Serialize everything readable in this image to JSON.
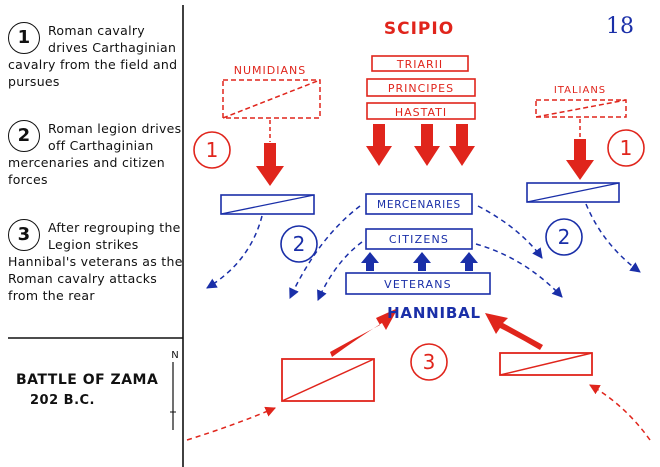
{
  "page_number": "18",
  "legend": [
    {
      "number": "1",
      "text": "Roman cavalry drives Carthaginian cavalry from the field and pursues"
    },
    {
      "number": "2",
      "text": "Roman legion drives off Carthaginian mercenaries and citizen forces"
    },
    {
      "number": "3",
      "text": "After regrouping the Legion strikes Hannibal's veterans as the Roman cavalry attacks from the rear"
    }
  ],
  "battle": {
    "title": "BATTLE OF ZAMA",
    "date": "202 B.C."
  },
  "compass": {
    "label": "N"
  },
  "roman": {
    "commander": "SCIPIO",
    "lines": [
      "TRIARII",
      "PRINCIPES",
      "HASTATI"
    ],
    "left_cavalry": "NUMIDIANS",
    "right_cavalry": "ITALIANS"
  },
  "carthage": {
    "commander": "HANNIBAL",
    "lines": [
      "MERCENARIES",
      "CITIZENS",
      "VETERANS"
    ]
  },
  "phase_markers": {
    "left_1": "1",
    "right_1": "1",
    "left_2": "2",
    "right_2": "2",
    "center_3": "3"
  },
  "colors": {
    "roman": "#e0251c",
    "carthage": "#1a2fa8",
    "legend": "#111111"
  }
}
